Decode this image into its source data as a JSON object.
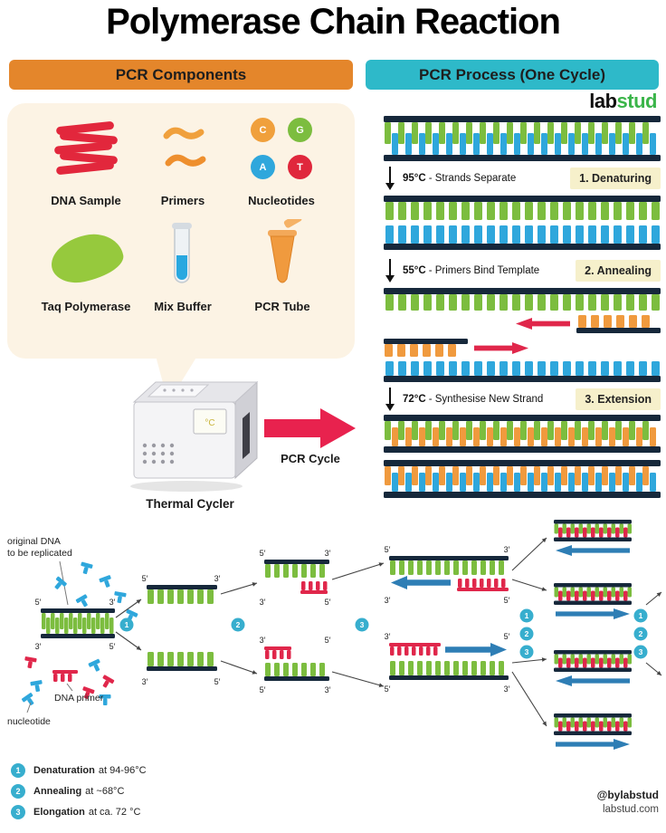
{
  "title": "Polymerase Chain Reaction",
  "brand": {
    "logo_black": "lab",
    "logo_green": "stud",
    "handle": "@bylabstud",
    "website": "labstud.com"
  },
  "components_panel": {
    "header": "PCR Components",
    "items": [
      {
        "label": "DNA Sample"
      },
      {
        "label": "Primers"
      },
      {
        "label": "Nucleotides"
      },
      {
        "label": "Taq Polymerase"
      },
      {
        "label": "Mix Buffer"
      },
      {
        "label": "PCR Tube"
      }
    ],
    "nucleotide_letters": [
      "C",
      "G",
      "A",
      "T"
    ],
    "thermal_cycler": "Thermal Cycler",
    "cycler_screen": "°C",
    "pcr_cycle": "PCR Cycle"
  },
  "process_panel": {
    "header": "PCR Process (One Cycle)",
    "steps": [
      {
        "temp": "95°C",
        "desc": "- Strands Separate",
        "label": "1. Denaturing"
      },
      {
        "temp": "55°C",
        "desc": "- Primers Bind Template",
        "label": "2. Annealing"
      },
      {
        "temp": "72°C",
        "desc": "- Synthesise New Strand",
        "label": "3. Extension"
      }
    ]
  },
  "diagram": {
    "original_dna_line1": "original DNA",
    "original_dna_line2": "to be replicated",
    "dna_primer": "DNA primer",
    "nucleotide": "nucleotide",
    "five_prime": "5′",
    "three_prime": "3′",
    "cycle_numbers": [
      "1",
      "2",
      "3"
    ]
  },
  "legend": [
    {
      "num": "1",
      "name": "Denaturation",
      "detail": "at 94-96°C"
    },
    {
      "num": "2",
      "name": "Annealing",
      "detail": "at ~68°C"
    },
    {
      "num": "3",
      "name": "Elongation",
      "detail": "at ca. 72 °C"
    }
  ],
  "colors": {
    "header_orange": "#E4862B",
    "header_teal": "#2EB9C9",
    "strand_green": "#7CBD3F",
    "strand_blue": "#2FA7DC",
    "strand_orange": "#F09A3E",
    "backbone_dark": "#16283B",
    "primer_red": "#E0274B",
    "label_yellow": "#F6F0CB",
    "cycle_circle": "#37AECE",
    "arrow_blue": "#2E7EB5",
    "brand_green": "#3BB54A",
    "bubble_cream": "#FCF3E4",
    "pcr_arrow_red": "#E8224E"
  }
}
